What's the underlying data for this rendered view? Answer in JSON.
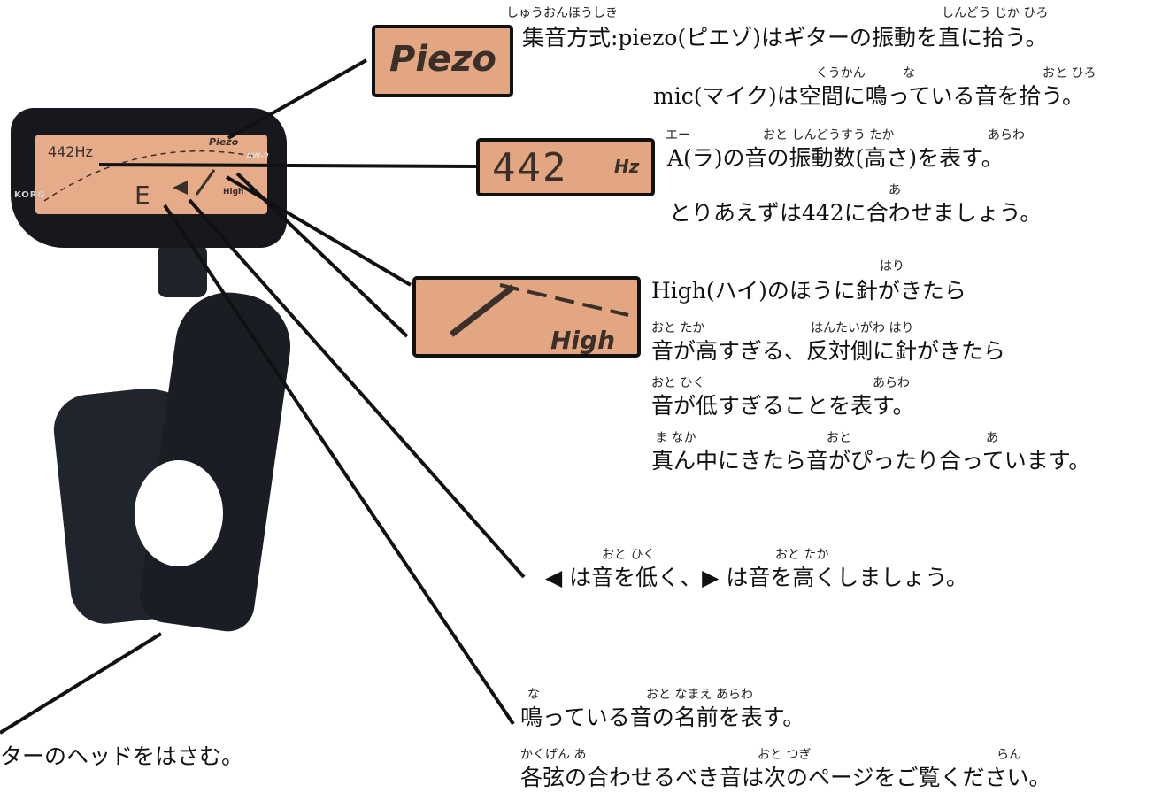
{
  "device": {
    "brand": "KORG",
    "model": "AW-2",
    "screen_piezo": "Piezo",
    "screen_hz": "442Hz",
    "screen_high": "High",
    "screen_note": "E"
  },
  "zoom": {
    "piezo": "Piezo",
    "hz_digits": "442",
    "hz_unit": "Hz",
    "high": "High"
  },
  "annotations": {
    "pickup_line1": "集音方式:piezo(ピエゾ)はギターの振動を直に拾う。",
    "pickup_line1_ruby_a": "しゅうおんほうしき",
    "pickup_line1_ruby_b": "しんどう じか ひろ",
    "pickup_line2": "mic(マイク)は空間に鳴っている音を拾う。",
    "pickup_line2_ruby_a": "くうかん",
    "pickup_line2_ruby_b": "な",
    "pickup_line2_ruby_c": "おと ひろ",
    "hz_line1": "A(ラ)の音の振動数(高さ)を表す。",
    "hz_line1_ruby_a": "エー",
    "hz_line1_ruby_b": "おと しんどうすう たか",
    "hz_line1_ruby_c": "あらわ",
    "hz_line2": "とりあえずは442に合わせましょう。",
    "hz_line2_ruby": "あ",
    "needle_line1": "High(ハイ)のほうに針がきたら",
    "needle_line1_ruby": "はり",
    "needle_line2": "音が高すぎる、反対側に針がきたら",
    "needle_line2_ruby_a": "おと たか",
    "needle_line2_ruby_b": "はんたいがわ はり",
    "needle_line3": "音が低すぎることを表す。",
    "needle_line3_ruby_a": "おと ひく",
    "needle_line3_ruby_b": "あらわ",
    "needle_line4": "真ん中にきたら音がぴったり合っています。",
    "needle_line4_ruby_a": "ま なか",
    "needle_line4_ruby_b": "おと",
    "needle_line4_ruby_c": "あ",
    "arrows_line": "◀ は音を低く、▶ は音を高くしましょう。",
    "arrows_ruby_a": "おと ひく",
    "arrows_ruby_b": "おと たか",
    "note_line": "鳴っている音の名前を表す。",
    "note_ruby_a": "な",
    "note_ruby_b": "おと なまえ あらわ",
    "strings_line": "各弦の合わせるべき音は次のページをご覧ください。",
    "strings_ruby_a": "かくげん あ",
    "strings_ruby_b": "おと つぎ",
    "strings_ruby_c": "らん",
    "clip_line": "ターのヘッドをはさむ。"
  }
}
